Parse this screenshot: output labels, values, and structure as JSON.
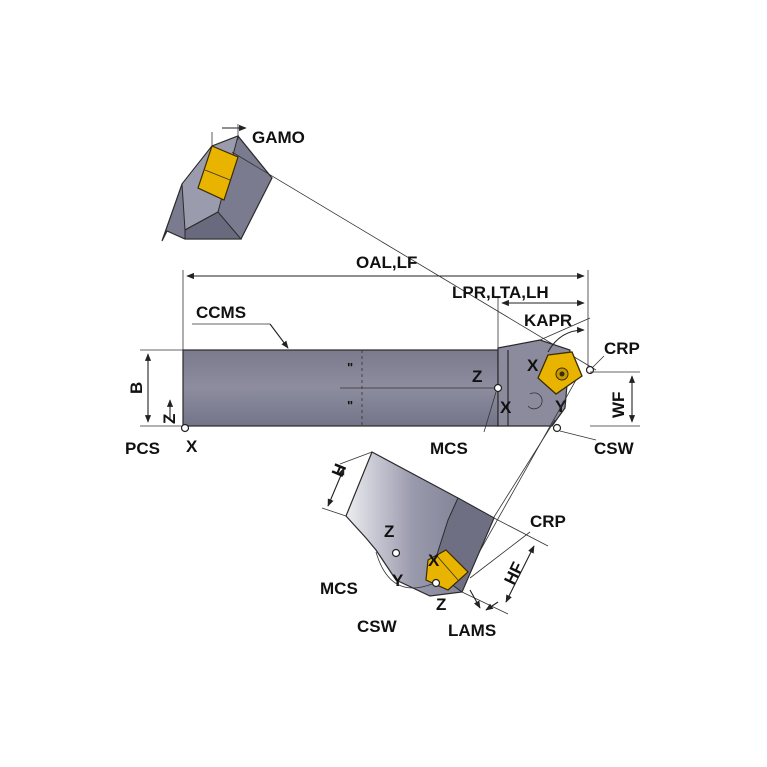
{
  "labels": {
    "gamo": "GAMO",
    "oal_lf": "OAL,LF",
    "lpr_lta_lh": "LPR,LTA,LH",
    "kapr": "KAPR",
    "ccms": "CCMS",
    "crp_top": "CRP",
    "b": "B",
    "wf": "WF",
    "pcs": "PCS",
    "mcs_top": "MCS",
    "csw_top": "CSW",
    "h": "H",
    "crp_bottom": "CRP",
    "hf": "HF",
    "mcs_bottom": "MCS",
    "csw_bottom": "CSW",
    "lams": "LAMS"
  },
  "axes": {
    "pcs_z": "Z",
    "pcs_x": "X",
    "mcs_z": "Z",
    "mcs_x": "X",
    "crp_x": "X",
    "crp_y": "Y",
    "bottom_z1": "Z",
    "bottom_x": "X",
    "bottom_y": "Y",
    "bottom_z2": "Z"
  },
  "marks": {
    "ditto_1": "\"",
    "ditto_2": "\""
  },
  "colors": {
    "holder_dark": "#6f6f80",
    "holder_mid": "#8a8a9c",
    "holder_light": "#c9c9d4",
    "insert_yellow": "#e8b400",
    "insert_dark": "#8a6a00"
  }
}
